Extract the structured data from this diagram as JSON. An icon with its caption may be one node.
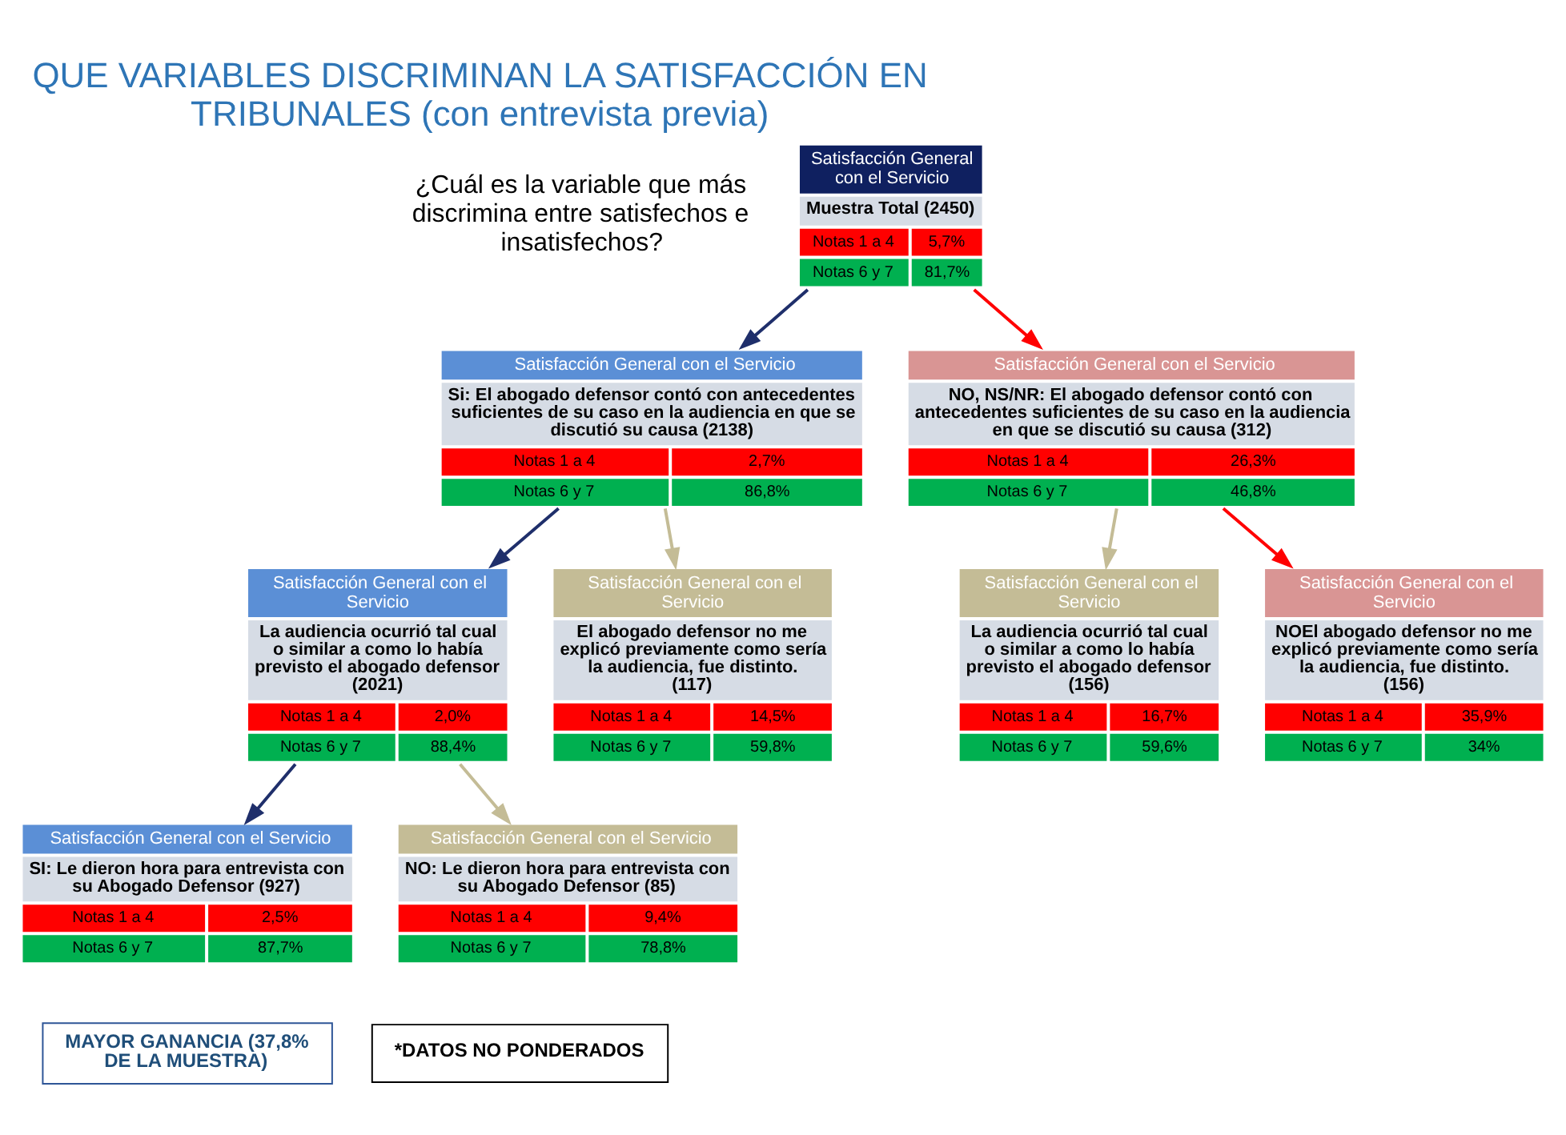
{
  "diagram": {
    "title": "QUE VARIABLES DISCRIMINAN LA SATISFACCIÓN EN TRIBUNALES (con entrevista previa)",
    "nodes": [
      {
        "text": [
          "Satisfacción General con el Servicio",
          "Muestra Total (2450)",
          "Notas 1 a 4",
          "5,7%",
          "Notas 6 y 7",
          "81,7%"
        ]
      },
      {
        "text": [
          "Satisfacción General con el Servicio",
          "Si: El abogado defensor contó con antecedentes suficientes de su caso en la audiencia en que se discutió su causa (2138)",
          "Notas 1 a 4",
          "2,7%",
          "Notas 6 y 7",
          "86,8%"
        ]
      },
      {
        "text": [
          "Satisfacción General con el Servicio",
          "NO, NS/NR: El abogado defensor contó con antecedentes suficientes de su caso en la audiencia en que se discutió su causa (312)",
          "Notas 1 a 4",
          "26,3%",
          "Notas 6 y 7",
          "46,8%"
        ]
      },
      {
        "text": [
          "Satisfacción General con el Servicio",
          "La audiencia ocurrió tal cual o similar a como lo había previsto el abogado defensor (2021)",
          "Notas 1 a 4",
          "2,0%",
          "Notas 6 y 7",
          "88,4%"
        ]
      },
      {
        "text": [
          "Satisfacción General con el Servicio",
          "El abogado defensor no me explicó previamente como sería la audiencia, fue distinto. (117)",
          "Notas 1 a 4",
          "14,5%",
          "Notas 6 y 7",
          "59,8%"
        ]
      },
      {
        "text": [
          "Satisfacción General con el Servicio",
          "La audiencia ocurrió tal cual o similar a como lo había previsto el abogado defensor (156)",
          "Notas 1 a 4",
          "16,7%",
          "Notas 6 y 7",
          "59,6%"
        ]
      },
      {
        "text": [
          "Satisfacción General con el Servicio",
          "NOEl abogado defensor no me explicó previamente como sería la audiencia, fue distinto. (156)",
          "Notas 1 a 4",
          "35,9%",
          "Notas 6 y 7",
          "34%"
        ]
      },
      {
        "text": [
          "Satisfacción General con el Servicio",
          "SI: Le dieron hora para entrevista con su Abogado Defensor (927)",
          "Notas 1 a 4",
          "2,5%",
          "Notas 6 y 7",
          "87,7%"
        ]
      },
      {
        "text": [
          "Satisfacción General con el Servicio",
          "NO: Le dieron hora para entrevista con su Abogado Defensor (85)",
          "Notas 1 a 4",
          "9,4%",
          "Notas 6 y 7",
          "78,8%"
        ]
      },
      {
        "text": [
          "MAYOR GANANCIA (37,8% DE LA MUESTRA)"
        ]
      },
      {
        "text": [
          "*DATOS NO PONDERADOS"
        ]
      }
    ],
    "edges": [
      {
        "from": 0,
        "to": 1,
        "arrow": "to",
        "color": "#1f2f6b"
      },
      {
        "from": 0,
        "to": 2,
        "arrow": "to",
        "color": "#ff0000"
      },
      {
        "from": 1,
        "to": 3,
        "arrow": "to",
        "color": "#1f2f6b"
      },
      {
        "from": 1,
        "to": 4,
        "arrow": "to",
        "color": "#c4bc96"
      },
      {
        "from": 2,
        "to": 5,
        "arrow": "to",
        "color": "#c4bc96"
      },
      {
        "from": 2,
        "to": 6,
        "arrow": "to",
        "color": "#ff0000"
      },
      {
        "from": 3,
        "to": 7,
        "arrow": "to",
        "color": "#1f2f6b"
      },
      {
        "from": 3,
        "to": 8,
        "arrow": "to",
        "color": "#c4bc96"
      }
    ],
    "labels": [
      "¿Cuál es la variable que más discrimina entre satisfechos e insatisfechos?"
    ]
  }
}
